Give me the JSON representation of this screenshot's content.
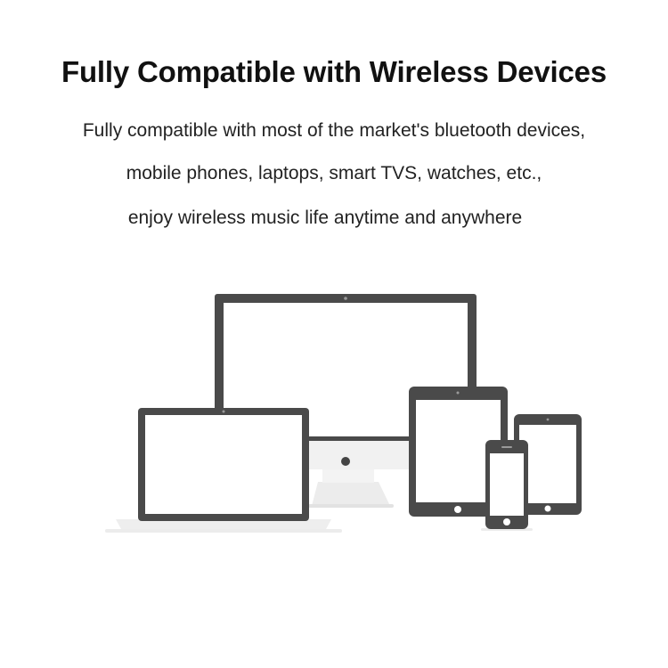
{
  "headline": "Fully Compatible with Wireless Devices",
  "description": {
    "line1": "Fully compatible with most of the market's bluetooth devices,",
    "line2": "mobile phones, laptops, smart TVS, watches, etc.,",
    "line3": "enjoy wireless music life anytime and anywhere"
  },
  "illustration": {
    "devices": [
      "monitor",
      "laptop",
      "tablet",
      "phone-large",
      "phone-small"
    ],
    "colors": {
      "frame": "#4a4a4a",
      "screen": "#ffffff",
      "stand": "#ececec",
      "shadow": "#e6e6e6"
    }
  }
}
